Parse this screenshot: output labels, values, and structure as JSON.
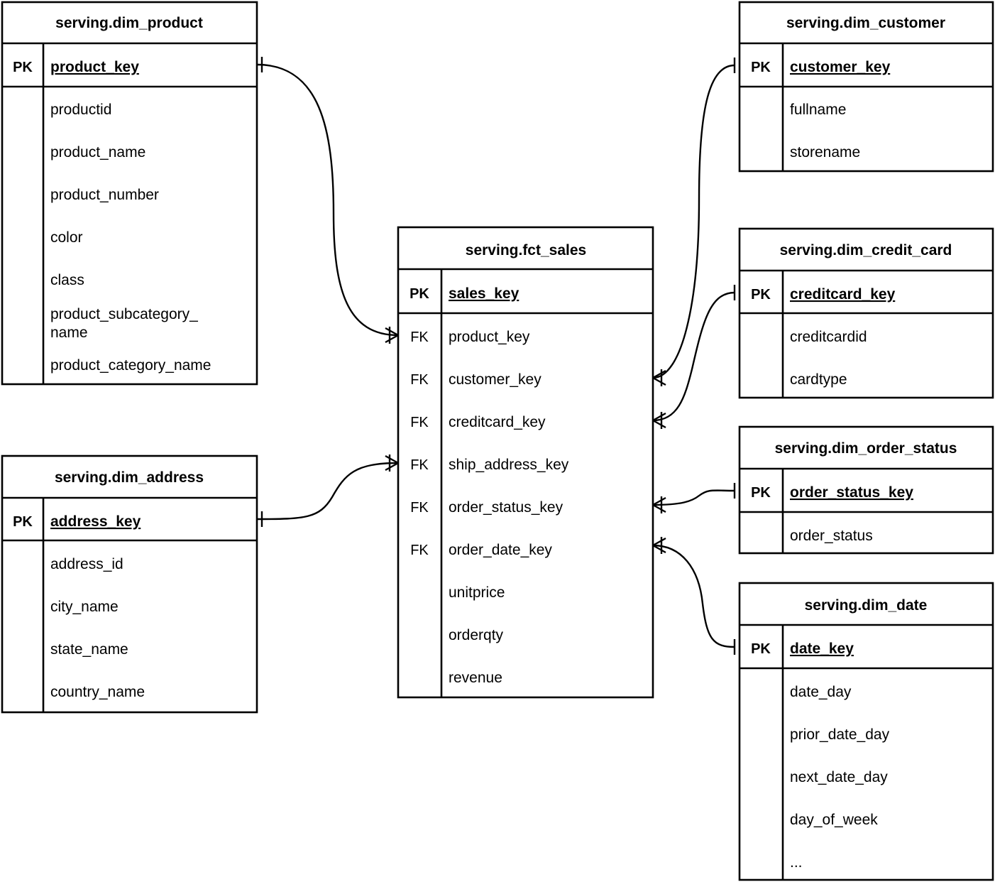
{
  "diagram": {
    "type": "entity-relationship-diagram",
    "notation": "crow's foot",
    "background_color": "#ffffff",
    "line_color": "#000000"
  },
  "tables": [
    {
      "id": "dim_product",
      "title": "serving.dim_product",
      "pk_tag": "PK",
      "pk_column": "product_key",
      "columns": [
        "productid",
        "product_name",
        "product_number",
        "color",
        "class",
        "product_subcategory_",
        "name",
        "product_category_name"
      ]
    },
    {
      "id": "dim_address",
      "title": "serving.dim_address",
      "pk_tag": "PK",
      "pk_column": "address_key",
      "columns": [
        "address_id",
        "city_name",
        "state_name",
        "country_name"
      ]
    },
    {
      "id": "fct_sales",
      "title": "serving.fct_sales",
      "pk_tag": "PK",
      "pk_column": "sales_key",
      "fk_tag": "FK",
      "fk_columns": [
        "product_key",
        "customer_key",
        "creditcard_key",
        "ship_address_key",
        "order_status_key",
        "order_date_key"
      ],
      "measure_columns": [
        "unitprice",
        "orderqty",
        "revenue"
      ]
    },
    {
      "id": "dim_customer",
      "title": "serving.dim_customer",
      "pk_tag": "PK",
      "pk_column": "customer_key",
      "columns": [
        "fullname",
        "storename"
      ]
    },
    {
      "id": "dim_credit_card",
      "title": "serving.dim_credit_card",
      "pk_tag": "PK",
      "pk_column": "creditcard_key",
      "columns": [
        "creditcardid",
        "cardtype"
      ]
    },
    {
      "id": "dim_order_status",
      "title": "serving.dim_order_status",
      "pk_tag": "PK",
      "pk_column": "order_status_key",
      "columns": [
        "order_status"
      ]
    },
    {
      "id": "dim_date",
      "title": "serving.dim_date",
      "pk_tag": "PK",
      "pk_column": "date_key",
      "columns": [
        "date_day",
        "prior_date_day",
        "next_date_day",
        "day_of_week",
        "..."
      ]
    }
  ],
  "relationships": [
    {
      "from": "dim_product.product_key",
      "to": "fct_sales.product_key",
      "from_card": "one",
      "to_card": "many"
    },
    {
      "from": "dim_address.address_key",
      "to": "fct_sales.ship_address_key",
      "from_card": "one",
      "to_card": "many"
    },
    {
      "from": "dim_customer.customer_key",
      "to": "fct_sales.customer_key",
      "from_card": "one",
      "to_card": "many"
    },
    {
      "from": "dim_credit_card.creditcard_key",
      "to": "fct_sales.creditcard_key",
      "from_card": "one",
      "to_card": "many"
    },
    {
      "from": "dim_order_status.order_status_key",
      "to": "fct_sales.order_status_key",
      "from_card": "one",
      "to_card": "many"
    },
    {
      "from": "dim_date.date_key",
      "to": "fct_sales.order_date_key",
      "from_card": "one",
      "to_card": "many"
    }
  ]
}
